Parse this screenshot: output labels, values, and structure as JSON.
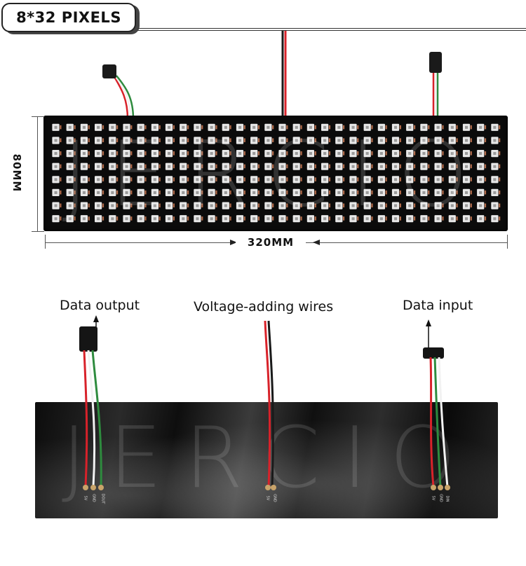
{
  "title": "8*32 PIXELS",
  "brand_watermark": "JERCIO",
  "dimensions": {
    "height_label": "80MM",
    "width_label": "320MM"
  },
  "matrix": {
    "rows": 8,
    "columns": 32
  },
  "wire_labels": {
    "data_output": "Data output",
    "voltage_adding": "Voltage-adding wires",
    "data_input": "Data input"
  },
  "pad_labels": {
    "left": [
      "5V",
      "GND",
      "DOUT"
    ],
    "middle": [
      "5V",
      "GND"
    ],
    "right": [
      "5V",
      "GND",
      "DIN"
    ]
  },
  "colors": {
    "panel": "#0b0b0b",
    "led_body": "#e8e8e8",
    "wire_red": "#d8222a",
    "wire_black": "#1a1a1a",
    "wire_white": "#f2f2f2",
    "wire_green": "#2e8b3e"
  }
}
